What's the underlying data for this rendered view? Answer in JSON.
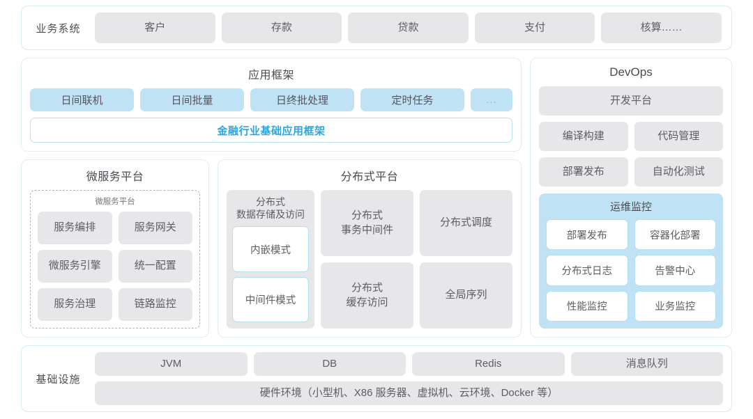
{
  "business": {
    "label": "业务系统",
    "items": [
      "客户",
      "存款",
      "贷款",
      "支付",
      "核算……"
    ]
  },
  "app_framework": {
    "title": "应用框架",
    "tags": [
      "日间联机",
      "日间批量",
      "日终批处理",
      "定时任务",
      "..."
    ],
    "highlight": "金融行业基础应用框架",
    "highlight_color": "#2ba6e0",
    "tag_color": "#bfe2f4"
  },
  "microservice": {
    "title": "微服务平台",
    "inner_title": "微服务平台",
    "items": [
      "服务编排",
      "服务网关",
      "微服务引擎",
      "统一配置",
      "服务治理",
      "链路监控"
    ]
  },
  "distributed": {
    "title": "分布式平台",
    "tall_card": {
      "title": "分布式\n数据存储及访问",
      "title_line1": "分布式",
      "title_line2": "数据存储及访问",
      "modes": [
        "内嵌模式",
        "中间件模式"
      ]
    },
    "cells": [
      {
        "line1": "分布式",
        "line2": "事务中间件"
      },
      {
        "line1": "分布式调度",
        "line2": ""
      },
      {
        "line1": "分布式",
        "line2": "缓存访问"
      },
      {
        "line1": "全局序列",
        "line2": ""
      }
    ]
  },
  "devops": {
    "title": "DevOps",
    "platform": "开发平台",
    "items": [
      "编译构建",
      "代码管理",
      "部署发布",
      "自动化测试"
    ],
    "ops": {
      "title": "运维监控",
      "background": "#bfe3f5",
      "items": [
        "部署发布",
        "容器化部署",
        "分布式日志",
        "告警中心",
        "性能监控",
        "业务监控"
      ]
    }
  },
  "infrastructure": {
    "label": "基础设施",
    "items": [
      "JVM",
      "DB",
      "Redis",
      "消息队列"
    ],
    "hardware": "硬件环境（小型机、X86 服务器、虚拟机、云环境、Docker 等）"
  },
  "colors": {
    "border": "#d6ecf0",
    "chip": "#e7e7e9",
    "accent": "#2ba6e0"
  }
}
